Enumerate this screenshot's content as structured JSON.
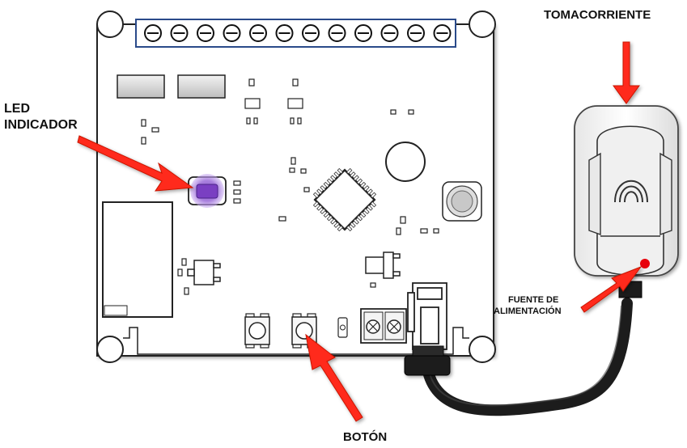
{
  "labels": {
    "tomacorriente": "TOMACORRIENTE",
    "led_line1": "LED",
    "led_line2": "INDICADOR",
    "fuente_line1": "FUENTE DE",
    "fuente_line2": "ALIMENTACIÓN",
    "boton": "BOTÓN"
  },
  "colors": {
    "arrow": "#ff2a1a",
    "led_glow": "#9a6ad8",
    "led_core": "#7a3fc2",
    "cable": "#1c1c1c",
    "terminal_block": "#2a4a8a",
    "power_dot": "#e8000b"
  },
  "terminal_count": 12
}
